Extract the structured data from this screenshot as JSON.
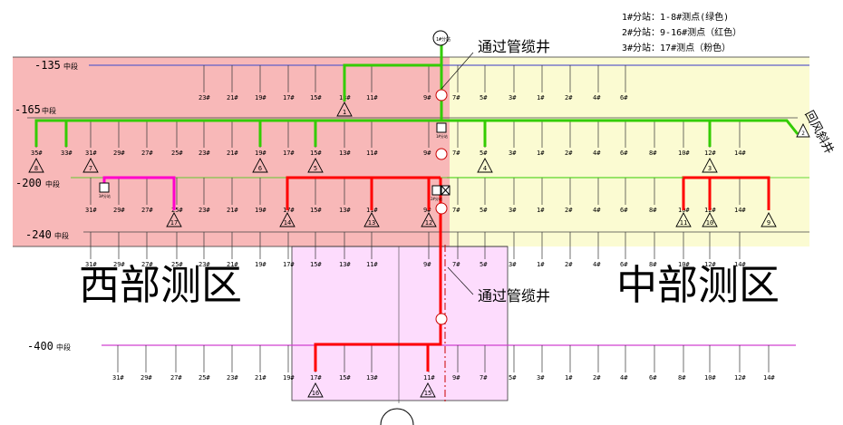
{
  "legend": [
    "1#分站：1-8#测点(绿色)",
    "2#分站：9-16#测点（红色）",
    "3#分站：17#测点（粉色）"
  ],
  "colors": {
    "green": "#33cc00",
    "red": "#ff0000",
    "pink": "#ff00cc",
    "west_zone": "#f8b8b8",
    "central_zone": "#fbfbd2",
    "lower_zone": "#fddcfd",
    "level_line_135": "#6060c8",
    "level_line_400": "#d040d0"
  },
  "levels": [
    {
      "label": "-135",
      "unit": "中段"
    },
    {
      "label": "-165",
      "unit": "中段"
    },
    {
      "label": "-200",
      "unit": "中段"
    },
    {
      "label": "-240",
      "unit": "中段"
    },
    {
      "label": "-400",
      "unit": "中段"
    }
  ],
  "zones": {
    "west": "西部测区",
    "central": "中部测区"
  },
  "annotations": {
    "shaft_upper": "通过管缆井",
    "shaft_lower": "通过管缆井",
    "return_air_shaft": "回风斜井"
  },
  "tick_rows": [
    {
      "level": "-135",
      "labels": [
        "23#",
        "21#",
        "19#",
        "17#",
        "15#",
        "13#",
        "11#",
        "9#",
        "7#",
        "5#",
        "3#",
        "1#",
        "2#",
        "4#",
        "6#"
      ]
    },
    {
      "level": "-165",
      "labels": [
        "35#",
        "33#",
        "31#",
        "29#",
        "27#",
        "25#",
        "23#",
        "21#",
        "19#",
        "17#",
        "15#",
        "13#",
        "11#",
        "9#",
        "7#",
        "5#",
        "3#",
        "1#",
        "2#",
        "4#",
        "6#",
        "8#",
        "10#",
        "12#",
        "14#"
      ]
    },
    {
      "level": "-200",
      "labels": [
        "31#",
        "29#",
        "27#",
        "25#",
        "23#",
        "21#",
        "19#",
        "17#",
        "15#",
        "13#",
        "11#",
        "9#",
        "7#",
        "5#",
        "3#",
        "1#",
        "2#",
        "4#",
        "6#",
        "8#",
        "10#",
        "12#",
        "14#"
      ]
    },
    {
      "level": "-240",
      "labels": [
        "31#",
        "29#",
        "27#",
        "25#",
        "23#",
        "21#",
        "19#",
        "17#",
        "15#",
        "13#",
        "11#",
        "9#",
        "7#",
        "5#",
        "3#",
        "1#",
        "2#",
        "4#",
        "6#",
        "8#",
        "10#",
        "12#",
        "14#"
      ]
    },
    {
      "level": "-400",
      "labels": [
        "31#",
        "29#",
        "27#",
        "25#",
        "23#",
        "21#",
        "19#",
        "17#",
        "15#",
        "13#",
        "11#",
        "9#",
        "7#",
        "5#",
        "3#",
        "1#",
        "2#",
        "4#",
        "6#",
        "8#",
        "10#",
        "12#",
        "14#"
      ]
    }
  ],
  "measuring_points": [
    "1",
    "2",
    "3",
    "4",
    "5",
    "6",
    "7",
    "8",
    "9",
    "10",
    "11",
    "12",
    "13",
    "14",
    "15",
    "16",
    "17"
  ],
  "station_labels": [
    "1#分站",
    "2#分站",
    "3#分站"
  ]
}
